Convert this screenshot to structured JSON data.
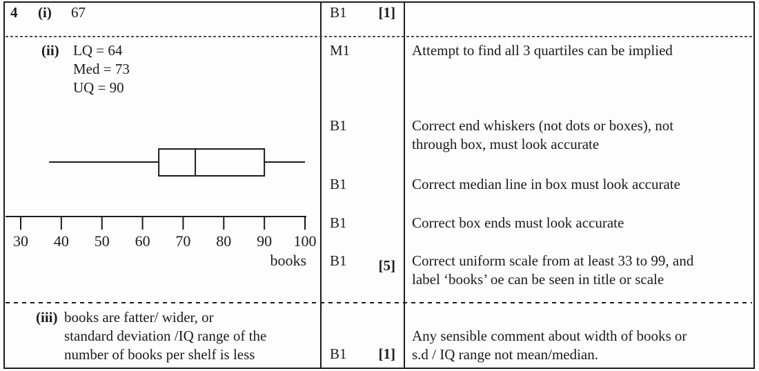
{
  "colors": {
    "ink": "#1b1b1b",
    "background": "#fdfdfd"
  },
  "row1": {
    "question_number": "4",
    "part": "(i)",
    "answer": "67",
    "mark": "B1",
    "total": "[1]"
  },
  "row2": {
    "part": "(ii)",
    "answers": [
      "LQ = 64",
      "Med = 73",
      "UQ = 90"
    ],
    "marks": [
      "M1",
      "B1",
      "B1",
      "B1",
      "B1"
    ],
    "total": "[5]",
    "comments": [
      [
        "Attempt to find all 3 quartiles can be implied"
      ],
      [
        "Correct end whiskers (not dots or boxes), not",
        "through box, must look accurate"
      ],
      [
        "Correct median line in box must look accurate"
      ],
      [
        "Correct box ends must look accurate"
      ],
      [
        "Correct uniform scale from at least 33 to 99, and",
        "label ‘books’ oe can be seen in title or scale"
      ]
    ]
  },
  "row3": {
    "part": "(iii)",
    "answer_lines": [
      "books are fatter/ wider, or",
      "standard deviation /IQ range of the",
      "number of books per shelf is less"
    ],
    "mark": "B1",
    "total": "[1]",
    "comment_lines": [
      "Any sensible comment about width of books or",
      "s.d / IQ range not mean/median."
    ]
  },
  "chart_data": {
    "type": "boxplot",
    "title": "",
    "min": 37,
    "q1": 64,
    "median": 73,
    "q3": 90,
    "max": 100,
    "axis_range": [
      30,
      100
    ],
    "axis_ticks": [
      30,
      40,
      50,
      60,
      70,
      80,
      90,
      100
    ],
    "axis_label": "books",
    "grid": false,
    "orientation": "horizontal"
  }
}
